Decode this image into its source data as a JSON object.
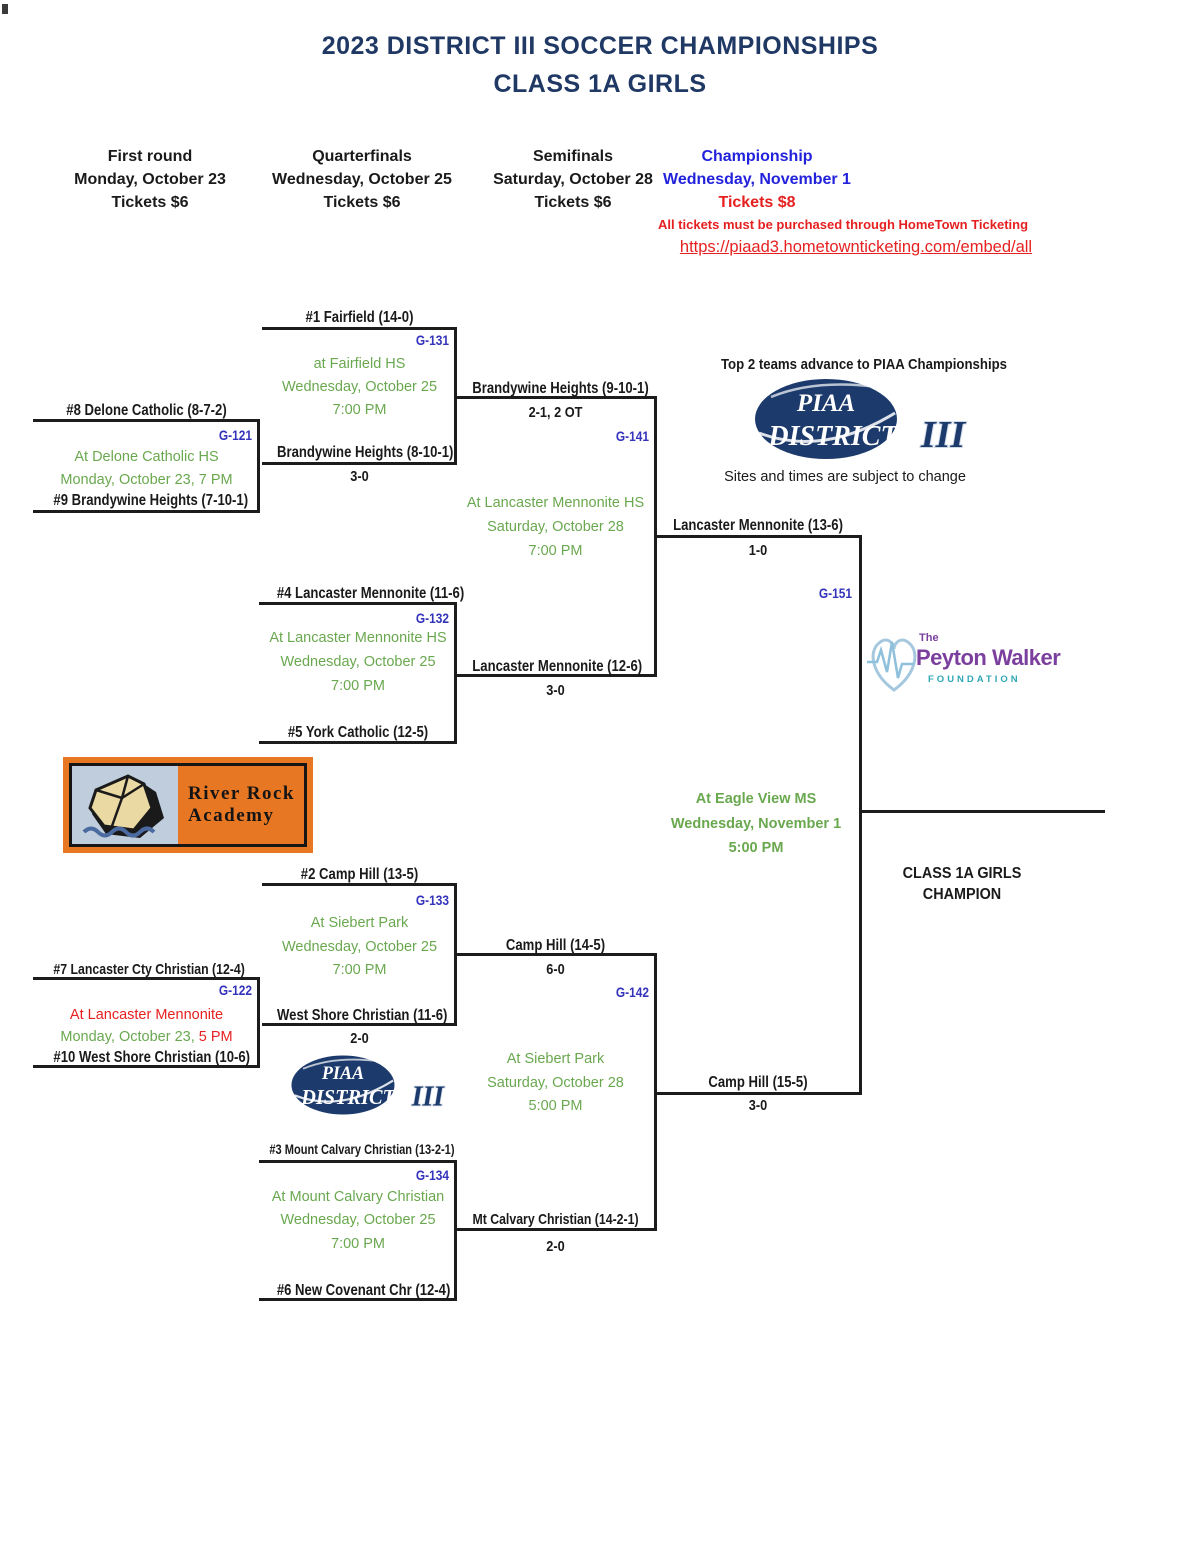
{
  "page": {
    "title_line1": "2023 DISTRICT III SOCCER CHAMPIONSHIPS",
    "title_line2": "CLASS 1A GIRLS"
  },
  "rounds": [
    {
      "name": "First round",
      "date": "Monday, October 23",
      "tickets": "Tickets $6"
    },
    {
      "name": "Quarterfinals",
      "date": "Wednesday, October 25",
      "tickets": "Tickets $6"
    },
    {
      "name": "Semifinals",
      "date": "Saturday, October 28",
      "tickets": "Tickets $6"
    },
    {
      "name": "Championship",
      "date": "Wednesday, November 1",
      "tickets": "Tickets $8"
    }
  ],
  "ticketing": {
    "notice": "All tickets must be purchased through HomeTown Ticketing",
    "url": "https://piaad3.hometownticketing.com/embed/all"
  },
  "notes": {
    "advance": "Top 2 teams advance to PIAA Championships",
    "change": "Sites and times are subject to change"
  },
  "champion": {
    "label_line1": "CLASS 1A GIRLS",
    "label_line2": "CHAMPION",
    "venue": "At Eagle View MS",
    "date": "Wednesday, November 1",
    "time": "5:00 PM"
  },
  "games": {
    "g121": {
      "label": "G-121",
      "top": "#8 Delone Catholic (8-7-2)",
      "bottom": "#9 Brandywine Heights (7-10-1)",
      "venue": "At Delone Catholic HS",
      "datetime": "Monday, October 23, 7 PM"
    },
    "g122": {
      "label": "G-122",
      "top": "#7 Lancaster Cty Christian (12-4)",
      "bottom": "#10 West Shore Christian (10-6)",
      "venue": "At Lancaster Mennonite",
      "date": "Monday, October 23,",
      "time": " 5 PM"
    },
    "g131": {
      "label": "G-131",
      "top": "#1 Fairfield (14-0)",
      "bottom": "Brandywine Heights (8-10-1)",
      "bottom_score": "3-0",
      "venue": "at Fairfield HS",
      "date": "Wednesday, October 25",
      "time": "7:00 PM"
    },
    "g132": {
      "label": "G-132",
      "top": "#4 Lancaster Mennonite (11-6)",
      "bottom": "#5 York Catholic (12-5)",
      "venue": "At Lancaster Mennonite HS",
      "date": "Wednesday, October 25",
      "time": "7:00 PM",
      "winner": "Lancaster Mennonite (12-6)",
      "winner_score": "3-0"
    },
    "g133": {
      "label": "G-133",
      "top": "#2 Camp Hill (13-5)",
      "bottom": "West Shore Christian (11-6)",
      "bottom_score": "2-0",
      "venue": "At Siebert Park",
      "date": "Wednesday, October 25",
      "time": "7:00 PM"
    },
    "g134": {
      "label": "G-134",
      "top": "#3 Mount Calvary Christian (13-2-1)",
      "bottom": "#6 New Covenant Chr (12-4)",
      "venue": "At Mount Calvary Christian",
      "date": "Wednesday, October 25",
      "time": "7:00 PM",
      "winner": "Mt Calvary Christian (14-2-1)",
      "winner_score": "2-0"
    },
    "g141": {
      "label": "G-141",
      "top": "Brandywine Heights (9-10-1)",
      "top_score": "2-1, 2 OT",
      "venue": "At Lancaster Mennonite HS",
      "date": "Saturday, October 28",
      "time": "7:00 PM",
      "winner": "Lancaster Mennonite (13-6)",
      "winner_score": "1-0"
    },
    "g142": {
      "label": "G-142",
      "top": "Camp Hill (14-5)",
      "top_score": "6-0",
      "venue": "At Siebert Park",
      "date": "Saturday, October 28",
      "time": "5:00 PM",
      "winner": "Camp Hill (15-5)",
      "winner_score": "3-0"
    },
    "g151": {
      "label": "G-151"
    }
  },
  "logos": {
    "piaa": {
      "word1": "PIAA",
      "word2": "DISTRICT",
      "numeral": "III"
    },
    "river_rock": {
      "line1": "River Rock",
      "line2": "Academy"
    },
    "peyton": {
      "the": "The",
      "name": "Peyton Walker",
      "foundation": "FOUNDATION"
    }
  },
  "colors": {
    "title_navy": "#1f3864",
    "game_label_blue": "#3333bb",
    "venue_green": "#6aa84f",
    "alert_red": "#e62020",
    "championship_blue": "#2222dd",
    "piaa_navy": "#1c3a6b",
    "river_rock_orange": "#e87723",
    "peyton_purple": "#7b3f9e",
    "peyton_teal": "#2fa8b5"
  }
}
